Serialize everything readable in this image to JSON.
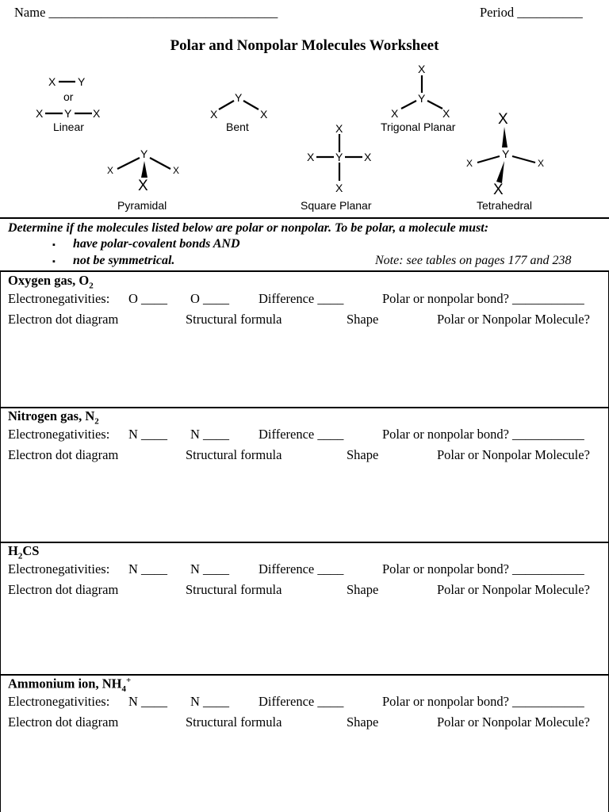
{
  "header": {
    "name_label": "Name ___________________________________",
    "period_label": "Period __________",
    "title": "Polar and Nonpolar Molecules Worksheet"
  },
  "shapes": {
    "linear_label": "Linear",
    "or_label": "or",
    "bent_label": "Bent",
    "trigonal_label": "Trigonal Planar",
    "pyramidal_label": "Pyramidal",
    "square_label": "Square Planar",
    "tetrahedral_label": "Tetrahedral",
    "atom_x": "X",
    "atom_y": "Y"
  },
  "instructions": {
    "main": "Determine if the molecules listed below are polar or nonpolar. To be polar, a molecule must:",
    "bullet1": "have polar-covalent bonds AND",
    "bullet2": "not be symmetrical.",
    "note": "Note: see tables on pages 177 and 238",
    "bullet_char": "▪"
  },
  "sections": [
    {
      "title_main": "Oxygen gas, O",
      "title_sub": "2",
      "title_sup": "",
      "title_tail": "",
      "en_label": "Electronegativities:",
      "atom1": "O ____",
      "atom2": "O ____",
      "difference": "Difference ____",
      "polar_bond": "Polar or nonpolar bond? ___________",
      "dot_diagram": "Electron dot diagram",
      "structural": "Structural formula",
      "shape": "Shape",
      "molecule": "Polar or Nonpolar Molecule?"
    },
    {
      "title_main": "Nitrogen gas, N",
      "title_sub": "2",
      "title_sup": "",
      "title_tail": "",
      "en_label": "Electronegativities:",
      "atom1": "N ____",
      "atom2": "N ____",
      "difference": "Difference ____",
      "polar_bond": "Polar or nonpolar bond? ___________",
      "dot_diagram": "Electron dot diagram",
      "structural": "Structural formula",
      "shape": "Shape",
      "molecule": "Polar or Nonpolar Molecule?"
    },
    {
      "title_main": "H",
      "title_sub": "2",
      "title_sup": "",
      "title_tail": "CS",
      "en_label": "Electronegativities:",
      "atom1": "N ____",
      "atom2": "N ____",
      "difference": "Difference ____",
      "polar_bond": "Polar or nonpolar bond? ___________",
      "dot_diagram": "Electron dot diagram",
      "structural": "Structural formula",
      "shape": "Shape",
      "molecule": "Polar or Nonpolar Molecule?"
    },
    {
      "title_main": "Ammonium ion, NH",
      "title_sub": "4",
      "title_sup": "+",
      "title_tail": "",
      "en_label": "Electronegativities:",
      "atom1": "N ____",
      "atom2": "N ____",
      "difference": "Difference ____",
      "polar_bond": "Polar or nonpolar bond? ___________",
      "dot_diagram": "Electron dot diagram",
      "structural": "Structural formula",
      "shape": "Shape",
      "molecule": "Polar or Nonpolar Molecule?"
    }
  ]
}
